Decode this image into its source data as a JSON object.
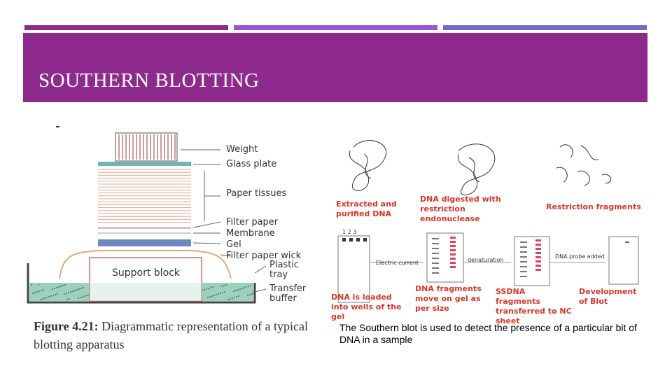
{
  "slide": {
    "title": "SOUTHERN BLOTTING",
    "accent_colors": [
      "#8e2a8e",
      "#9a55cf",
      "#6a6fc4"
    ],
    "header_color": "#8e2a8e"
  },
  "left_figure": {
    "labels": {
      "weight": "Weight",
      "glass_plate": "Glass plate",
      "paper_tissues": "Paper tissues",
      "filter_paper": "Filter paper",
      "membrane": "Membrane",
      "gel": "Gel",
      "filter_paper_wick": "Filter paper wick",
      "plastic_tray": "Plastic tray",
      "transfer_buffer": "Transfer buffer",
      "support_block": "Support block"
    },
    "caption_prefix": "Figure 4.21:",
    "caption_text": "Diagrammatic representation of a typical blotting apparatus"
  },
  "right_figure": {
    "top_captions": {
      "extracted": "Extracted and purified DNA",
      "digested": "DNA digested with restriction endonuclease",
      "fragments": "Restriction fragments"
    },
    "lane_numbers": "1  2  3",
    "electric_current": "Electric current",
    "denaturation": "denaturation",
    "probe_added": "DNA probe added",
    "bottom_captions": {
      "loaded": "DNA is loaded into wells of the gel",
      "move": "DNA fragments move on gel as per size",
      "ssdna": "SSDNA fragments transferred to NC sheet",
      "development": "Development of Blot"
    },
    "note": "The Southern blot is used to detect the presence of a particular bit of DNA in a sample"
  }
}
